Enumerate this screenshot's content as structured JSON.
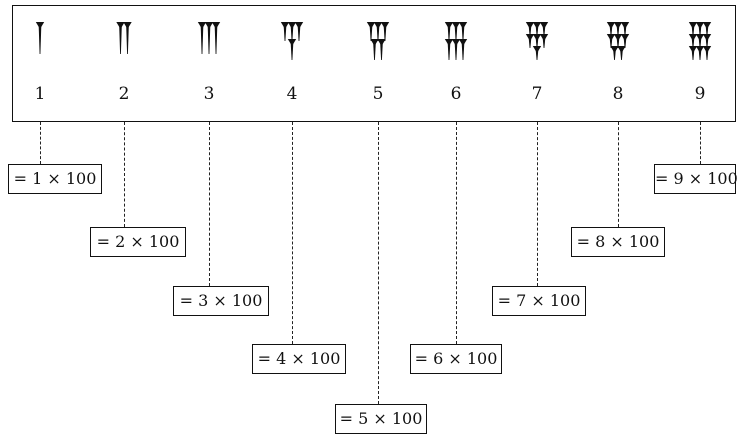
{
  "glyphs": [
    {
      "digit": "1",
      "icon": "cuneiform-numeral-1-icon",
      "wedges": 1,
      "value": "= 1 × 100"
    },
    {
      "digit": "2",
      "icon": "cuneiform-numeral-2-icon",
      "wedges": 2,
      "value": "= 2 × 100"
    },
    {
      "digit": "3",
      "icon": "cuneiform-numeral-3-icon",
      "wedges": 3,
      "value": "= 3 × 100"
    },
    {
      "digit": "4",
      "icon": "cuneiform-numeral-4-icon",
      "wedges": 4,
      "value": "= 4 × 100"
    },
    {
      "digit": "5",
      "icon": "cuneiform-numeral-5-icon",
      "wedges": 5,
      "value": "= 5 × 100"
    },
    {
      "digit": "6",
      "icon": "cuneiform-numeral-6-icon",
      "wedges": 6,
      "value": "= 6 × 100"
    },
    {
      "digit": "7",
      "icon": "cuneiform-numeral-7-icon",
      "wedges": 7,
      "value": "= 7 × 100"
    },
    {
      "digit": "8",
      "icon": "cuneiform-numeral-8-icon",
      "wedges": 8,
      "value": "= 8 × 100"
    },
    {
      "digit": "9",
      "icon": "cuneiform-numeral-9-icon",
      "wedges": 9,
      "value": "= 9 × 100"
    }
  ]
}
